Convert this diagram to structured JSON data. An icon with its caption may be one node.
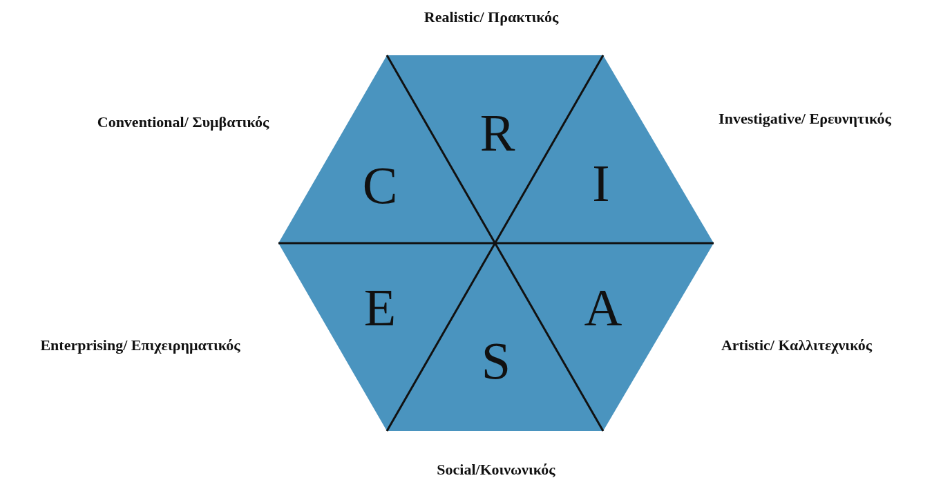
{
  "diagram": {
    "nodes": [
      {
        "text": [
          "R"
        ],
        "beside": [
          "Realistic/ Πρακτικός"
        ]
      },
      {
        "text": [
          "I"
        ],
        "beside": [
          "Investigative/ Ερευνητικός"
        ]
      },
      {
        "text": [
          "A"
        ],
        "beside": [
          "Artistic/ Καλλιτεχνικός"
        ]
      },
      {
        "text": [
          "S"
        ],
        "beside": [
          "Social/Κοινωνικός"
        ]
      },
      {
        "text": [
          "E"
        ],
        "beside": [
          "Enterprising/ Επιχειρηματικός"
        ]
      },
      {
        "text": [
          "C"
        ],
        "beside": [
          "Conventional/ Συμβατικός"
        ]
      }
    ]
  }
}
